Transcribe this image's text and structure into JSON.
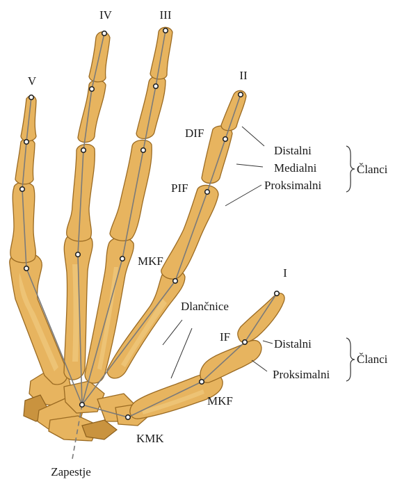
{
  "fingers": {
    "thumb": "I",
    "index": "II",
    "middle": "III",
    "ring": "IV",
    "little": "V"
  },
  "joints": {
    "dip": "DIF",
    "pip": "PIF",
    "mcp": "MKF",
    "ip": "IF",
    "mcp_thumb": "MKF",
    "cmc": "KMK"
  },
  "phalanges_fingers": {
    "distal": "Distalni",
    "medial": "Medialni",
    "proximal": "Proksimalni",
    "group": "Članci"
  },
  "phalanges_thumb": {
    "distal": "Distalni",
    "proximal": "Proksimalni",
    "group": "Članci"
  },
  "metacarpals": "Dlančnice",
  "wrist": "Zapestje"
}
